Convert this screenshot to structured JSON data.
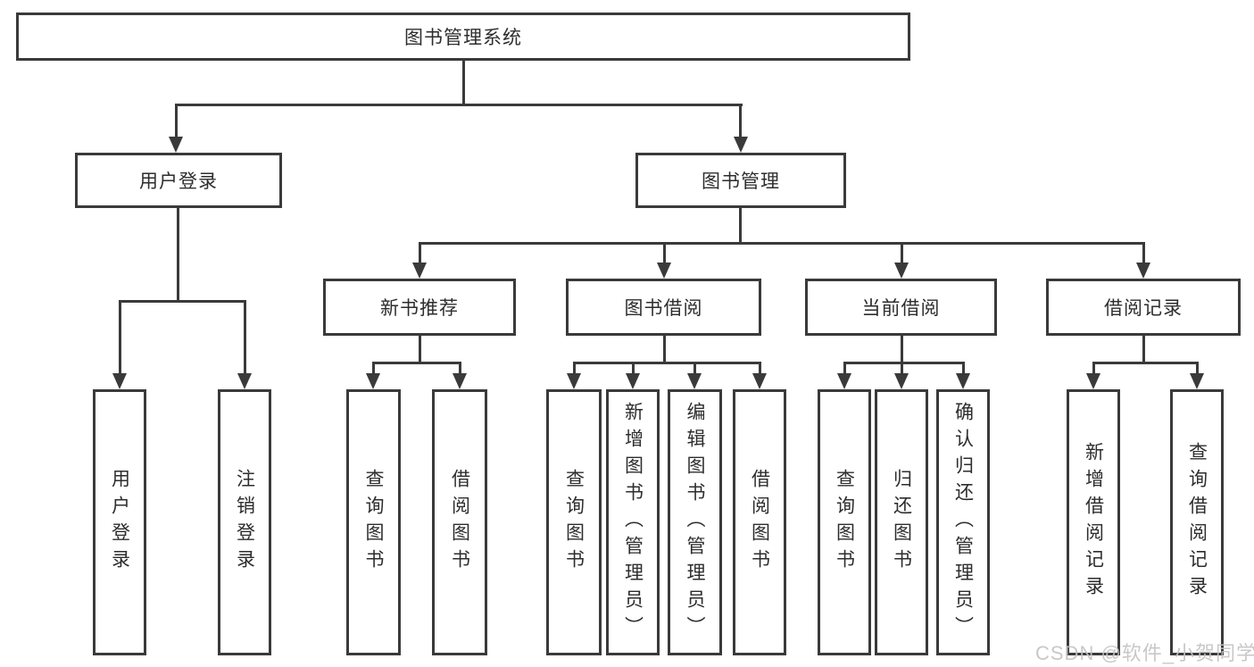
{
  "diagram": {
    "tree": {
      "label": "图书管理系统",
      "children": [
        {
          "label": "用户登录",
          "children": [
            {
              "label": "用户登录"
            },
            {
              "label": "注销登录"
            }
          ]
        },
        {
          "label": "图书管理",
          "children": [
            {
              "label": "新书推荐",
              "children": [
                {
                  "label": "查询图书"
                },
                {
                  "label": "借阅图书"
                }
              ]
            },
            {
              "label": "图书借阅",
              "children": [
                {
                  "label": "查询图书"
                },
                {
                  "label": "新增图书（管理员）"
                },
                {
                  "label": "编辑图书（管理员）"
                },
                {
                  "label": "借阅图书"
                }
              ]
            },
            {
              "label": "当前借阅",
              "children": [
                {
                  "label": "查询图书"
                },
                {
                  "label": "归还图书"
                },
                {
                  "label": "确认归还（管理员）"
                }
              ]
            },
            {
              "label": "借阅记录",
              "children": [
                {
                  "label": "新增借阅记录"
                },
                {
                  "label": "查询借阅记录"
                }
              ]
            }
          ]
        }
      ]
    }
  },
  "watermark": {
    "text": "CSDN @软件_小贺同学"
  },
  "colors": {
    "line": "#3a3a3a",
    "text": "#2d2d2d",
    "background": "#ffffff",
    "watermark": "#c3c3c3"
  }
}
